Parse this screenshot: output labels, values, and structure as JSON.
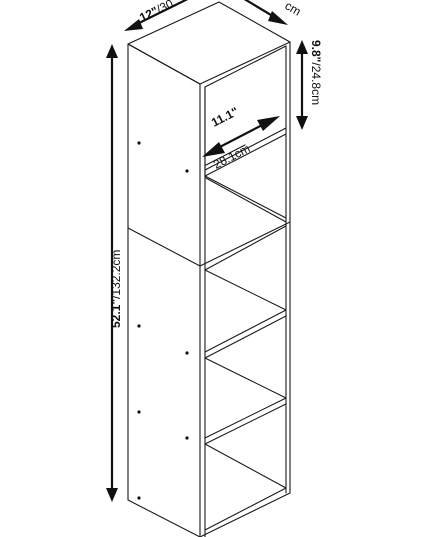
{
  "product": {
    "name": "5-tier cube bookcase line drawing",
    "shelf_count": 5
  },
  "dimensions": {
    "width": {
      "imperial": "12\"",
      "separator": "/",
      "metric": "30."
    },
    "depth": {
      "metric": "cm"
    },
    "shelf_height": {
      "imperial": "9.8\"",
      "separator": "/",
      "metric": "24.8cm"
    },
    "shelf_depth": {
      "imperial": "11.1\"",
      "metric": "28.1cm"
    },
    "total_height": {
      "imperial": "52.1\"",
      "separator": "/",
      "metric": "132.2cm"
    }
  },
  "colors": {
    "line": "#1a1a1a",
    "arrow": "#111111",
    "background": "#ffffff"
  }
}
